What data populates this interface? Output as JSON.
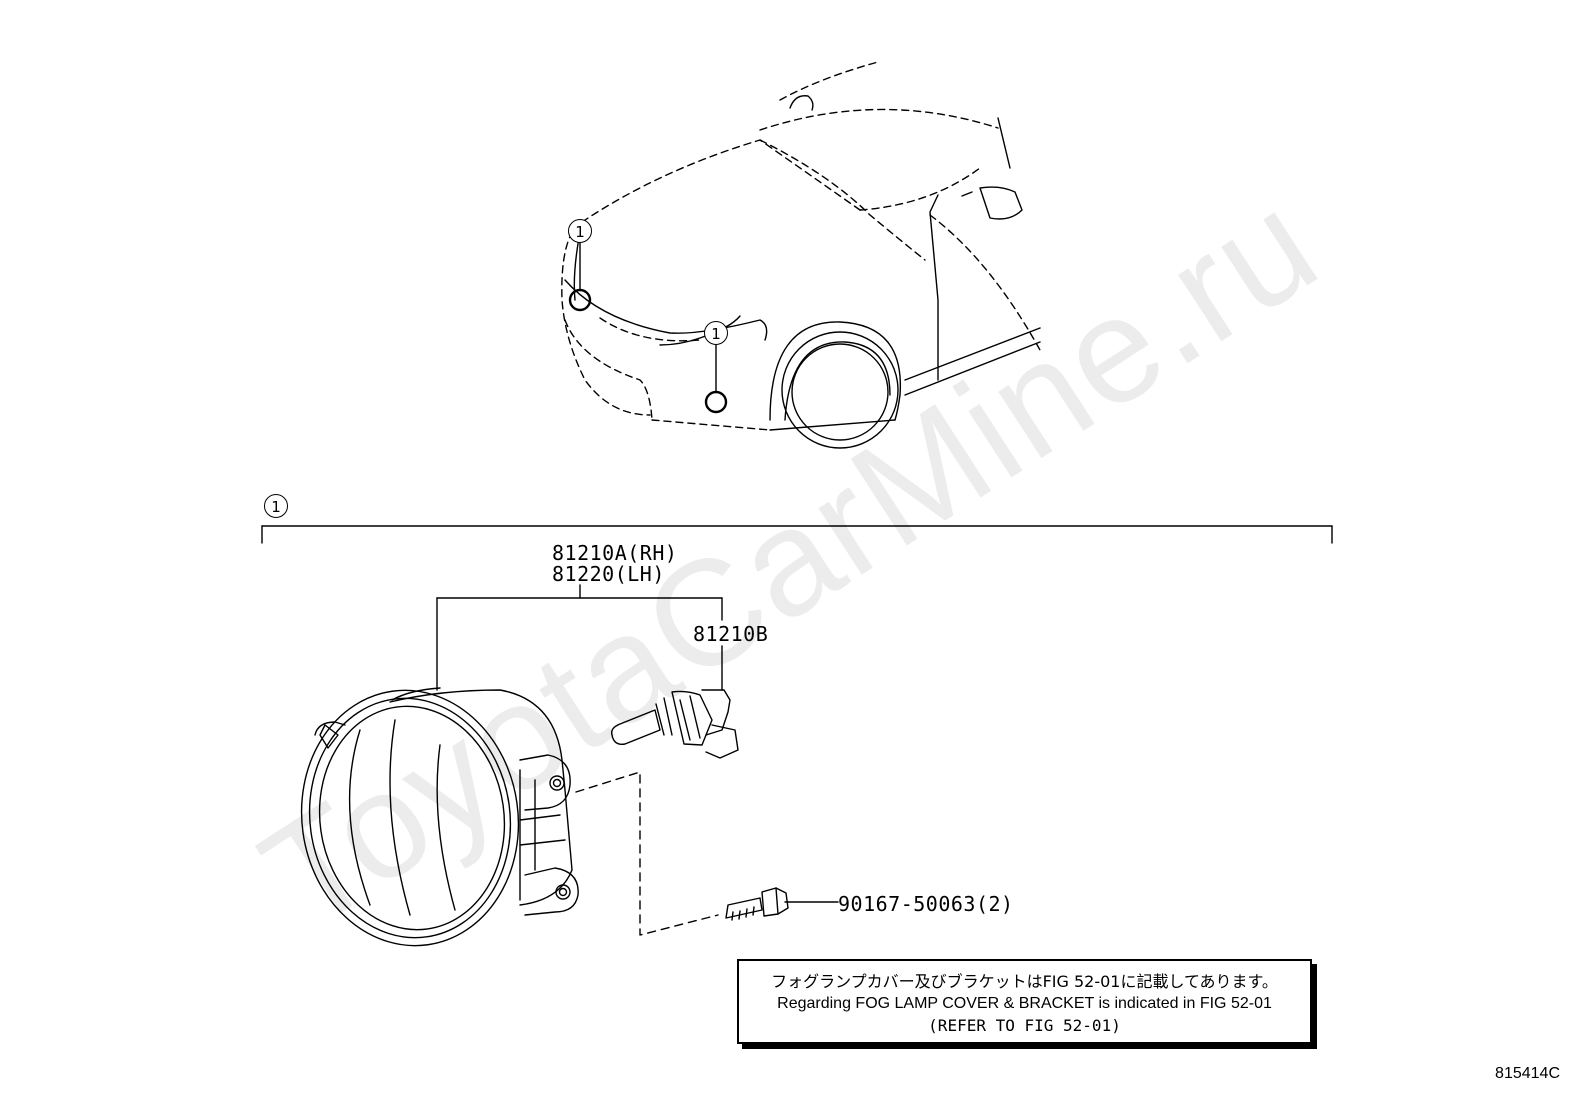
{
  "watermark": "ToyotaCarMine.ru",
  "callouts": {
    "assembly_ref": "1"
  },
  "part_labels": {
    "rh_assembly": "81210A(RH)",
    "lh_assembly": "81220(LH)",
    "bulb": "81210B",
    "bolt": "90167-50063(2)"
  },
  "note": {
    "japanese": "フォグランプカバー及びブラケットはFIG 52-01に記載してあります。",
    "english": "Regarding FOG LAMP COVER & BRACKET is indicated in FIG 52-01",
    "refer": "(REFER TO FIG 52-01)"
  },
  "figure_code": "815414C"
}
